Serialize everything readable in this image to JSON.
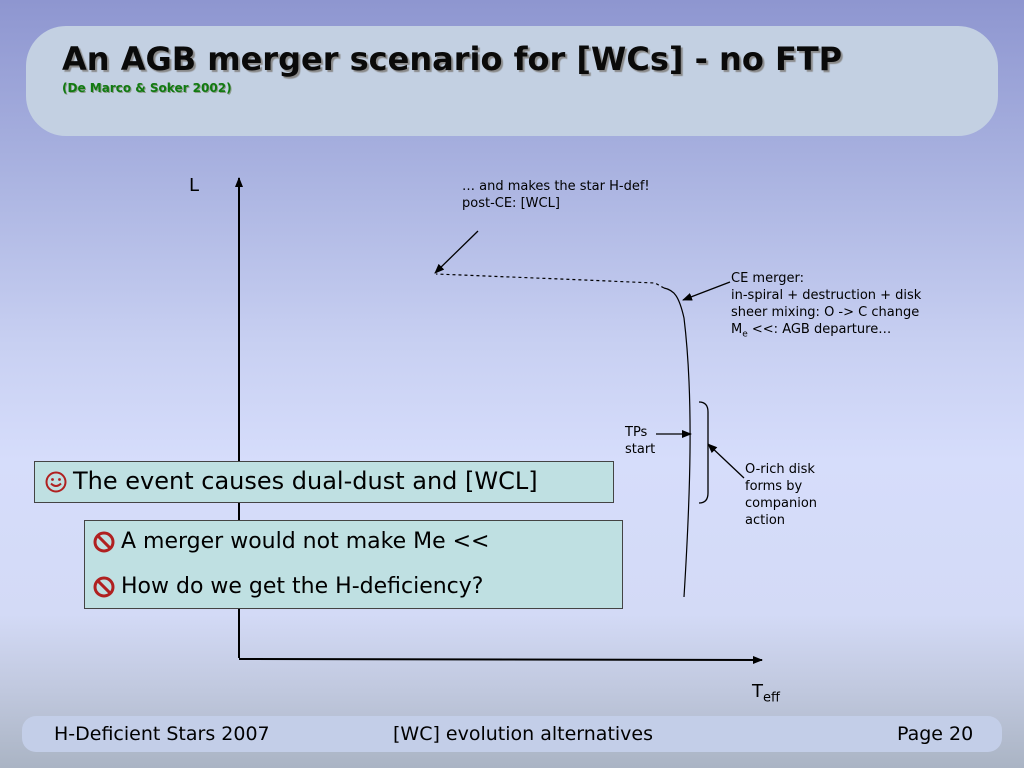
{
  "header": {
    "title": "An AGB merger scenario for [WCs] - no FTP",
    "subtitle": "(De Marco & Soker 2002)"
  },
  "diagram": {
    "y_axis_label": "L",
    "x_axis_label_main": "T",
    "x_axis_label_sub": "eff",
    "annotations": {
      "hdef_line1": "… and makes the star H-def!",
      "hdef_line2": "post-CE: [WCL]",
      "ce_line1": "CE merger:",
      "ce_line2": "in-spiral + destruction + disk",
      "ce_line3": "sheer mixing: O -> C change",
      "ce_line4_main": "M",
      "ce_line4_sub": "e",
      "ce_line4_rest": " <<: AGB departure…",
      "tps_line1": "TPs",
      "tps_line2": "start",
      "orich_line1": "O-rich disk",
      "orich_line2": "forms by",
      "orich_line3": "companion",
      "orich_line4": "action"
    }
  },
  "bullets": {
    "positive": "The event causes dual-dust and [WCL]",
    "negative_1": "A merger would not make Me <<",
    "negative_2": "How do we get the H-deficiency?",
    "positive_icon": "smiley-icon",
    "negative_icon": "no-entry-icon"
  },
  "footer": {
    "left": "H-Deficient Stars 2007",
    "center": "[WC] evolution alternatives",
    "right": "Page 20"
  },
  "colors": {
    "title_shadow": "#8a8a8a",
    "subtitle": "#117a11",
    "box_fill": "#bfe0e2",
    "icon_red": "#b02020"
  }
}
